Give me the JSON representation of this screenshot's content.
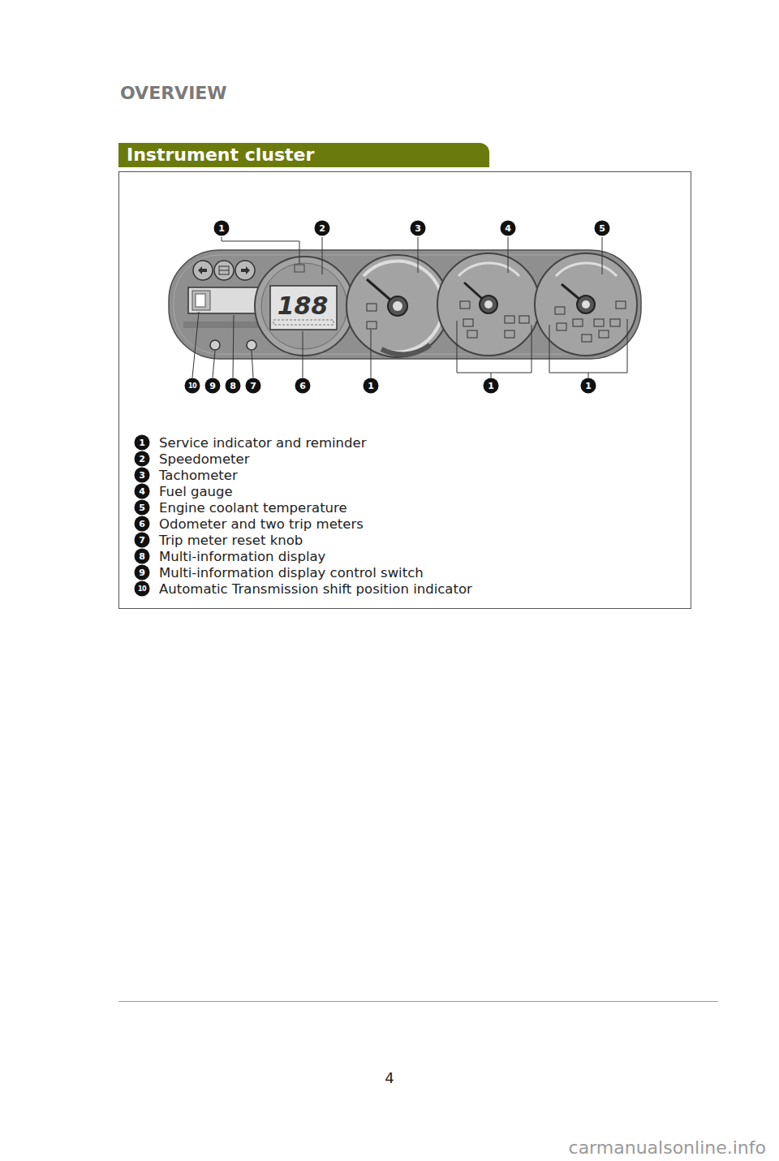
{
  "diagram": {
    "title": "OVERVIEW",
    "nodes": [
      {
        "text": [
          "Instrument cluster"
        ]
      }
    ],
    "labels": [
      "1",
      "2",
      "3",
      "4",
      "5",
      "10",
      "9",
      "8",
      "7",
      "6",
      "1",
      "1",
      "1",
      "188",
      "1",
      "Service indicator and reminder",
      "2",
      "Speedometer",
      "3",
      "Tachometer",
      "4",
      "Fuel gauge",
      "5",
      "Engine coolant temperature",
      "6",
      "Odometer and two trip meters",
      "7",
      "Trip meter reset knob",
      "8",
      "Multi-information display",
      "9",
      "Multi-information display control switch",
      "10",
      "Automatic Transmission shift position indicator",
      "4",
      "carmanualsonline.info"
    ]
  }
}
